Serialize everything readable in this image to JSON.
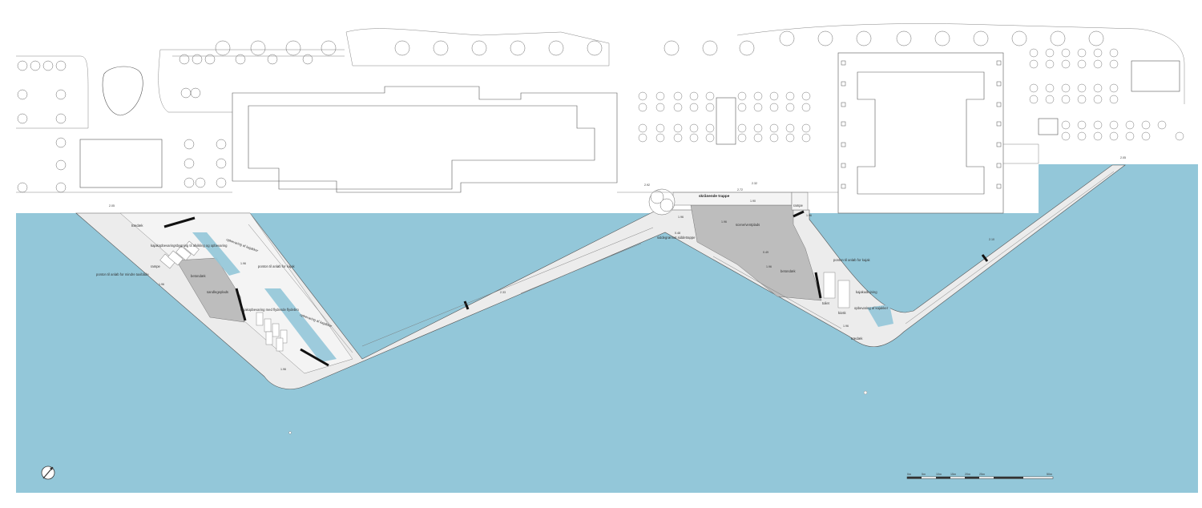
{
  "colors": {
    "water": "#93c7d9",
    "quay": "#ececec",
    "paving": "#f4f4f4",
    "hard_surface": "#bdbdbd",
    "line": "#555555",
    "accent_dark": "#111111"
  },
  "labels": {
    "traedaek_1": "trædæk",
    "rampe_1": "rampe",
    "ponton": "ponton til anløb for mindre taxibåde",
    "betondaek_1": "betondæk",
    "sandlegeplads": "sandlegeplads",
    "kayak_note_1": "opbevaring af kajakker",
    "kayak_note_2": "ponton til anløb for kajak",
    "kayak_note_3": "opbevaring af kajakker",
    "tiny_note_1": "kajakopbevaringsbygning til afvikling og opbevaring",
    "tiny_note_2": "kajakopbevaring med flydende flydebro",
    "skrand": "skrånende trappe",
    "rampe_2": "rampe",
    "scenepladsen": "scene/ventplads",
    "siddegreen": "siddegrønnet siddetrappe",
    "betondaek_2": "betondæk",
    "ponton_kajak_2": "ponton til anløb for kajak",
    "kajak_udlejning": "kajakudlejning",
    "opbevaring_3": "opbevaring af kajakker",
    "traedaek_2": "trædæk",
    "toilet": "toilet",
    "kiosk": "kiosk"
  },
  "levels": [
    "2.05",
    "1.96",
    "1.96",
    "1.96",
    "2.33",
    "2.92",
    "2.32",
    "1.96",
    "2.72",
    "1.90",
    "1.96",
    "0.48",
    "0.49",
    "1.96",
    "1.96",
    "2.10",
    "2.05",
    "1.96"
  ],
  "scale_bar": [
    "0m",
    "5m",
    "10m",
    "15m",
    "20m",
    "25m",
    "50m"
  ],
  "north_arrow": "north-arrow-icon"
}
